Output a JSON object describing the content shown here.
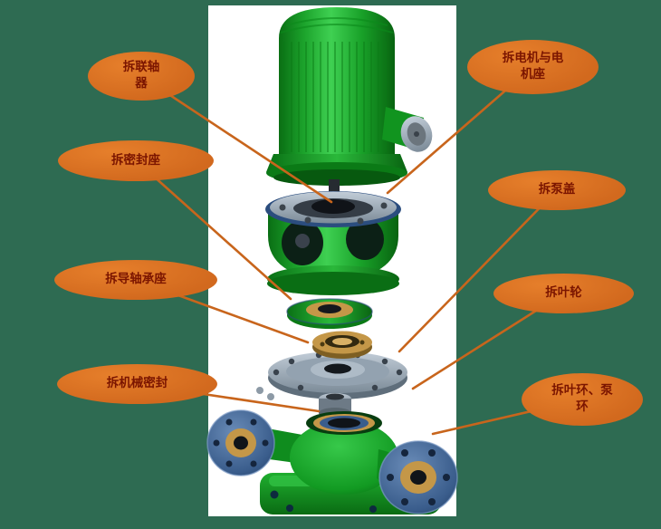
{
  "colors": {
    "background": "#2e6b52",
    "panel": "#ffffff",
    "callout_fill": "#d2691e",
    "callout_text": "#7b1500",
    "leader_line": "#c8651c",
    "pump_green": "#17a326",
    "pump_green_dark": "#0b7a16",
    "flange_blue": "#3a5d8c",
    "metal_gray": "#a3b1bd",
    "bronze": "#c49748"
  },
  "callouts": {
    "coupling": {
      "label": "拆联轴\n器"
    },
    "motor_and_seat": {
      "label": "拆电机与电\n机座"
    },
    "seal_seat": {
      "label": "拆密封座"
    },
    "pump_cover": {
      "label": "拆泵盖"
    },
    "guide_bearing_seat": {
      "label": "拆导轴承座"
    },
    "impeller": {
      "label": "拆叶轮"
    },
    "mechanical_seal": {
      "label": "拆机械密封"
    },
    "wear_rings": {
      "label": "拆叶环、泵\n环"
    }
  }
}
